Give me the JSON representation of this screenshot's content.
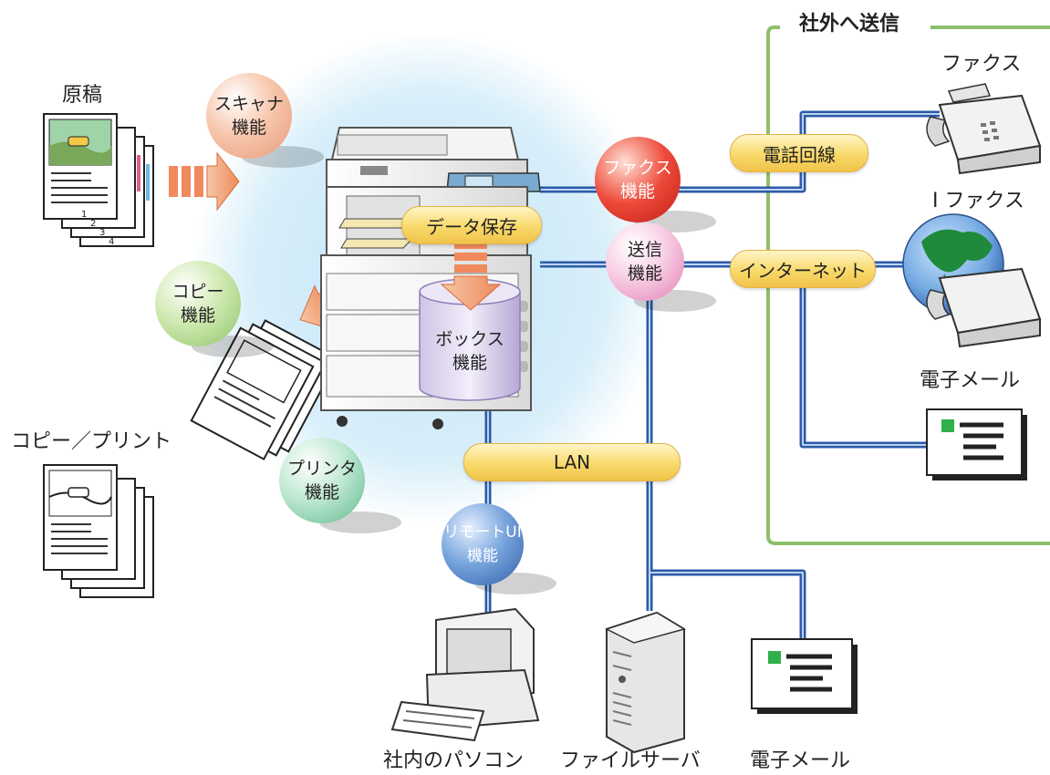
{
  "title": "社外へ送信",
  "sources": {
    "original_label": "原稿",
    "copy_print_label": "コピー／プリント",
    "page_numbers": [
      "1",
      "2",
      "3",
      "4"
    ]
  },
  "functions": {
    "scanner": [
      "スキャナ",
      "機能"
    ],
    "copy": [
      "コピー",
      "機能"
    ],
    "printer": [
      "プリンタ",
      "機能"
    ],
    "fax": [
      "ファクス",
      "機能"
    ],
    "send": [
      "送信",
      "機能"
    ],
    "box": [
      "ボックス",
      "機能"
    ],
    "remote_ui": [
      "リモートUI",
      "機能"
    ]
  },
  "data_store_label": "データ保存",
  "connections": {
    "phone_line": "電話回線",
    "internet": "インターネット",
    "lan": "LAN"
  },
  "destinations": {
    "fax": "ファクス",
    "ifax": "I ファクス",
    "email_external": "電子メール",
    "pc": "社内のパソコン",
    "file_server": "ファイルサーバ",
    "email_internal": "電子メール"
  },
  "colors": {
    "line_blue": "#2d5ba8",
    "frame_green": "#8cc06b",
    "arrow_orange": "#f08a5d",
    "pill_yellow": "#f8d96a",
    "glow_blue": "#bfe3f7"
  }
}
